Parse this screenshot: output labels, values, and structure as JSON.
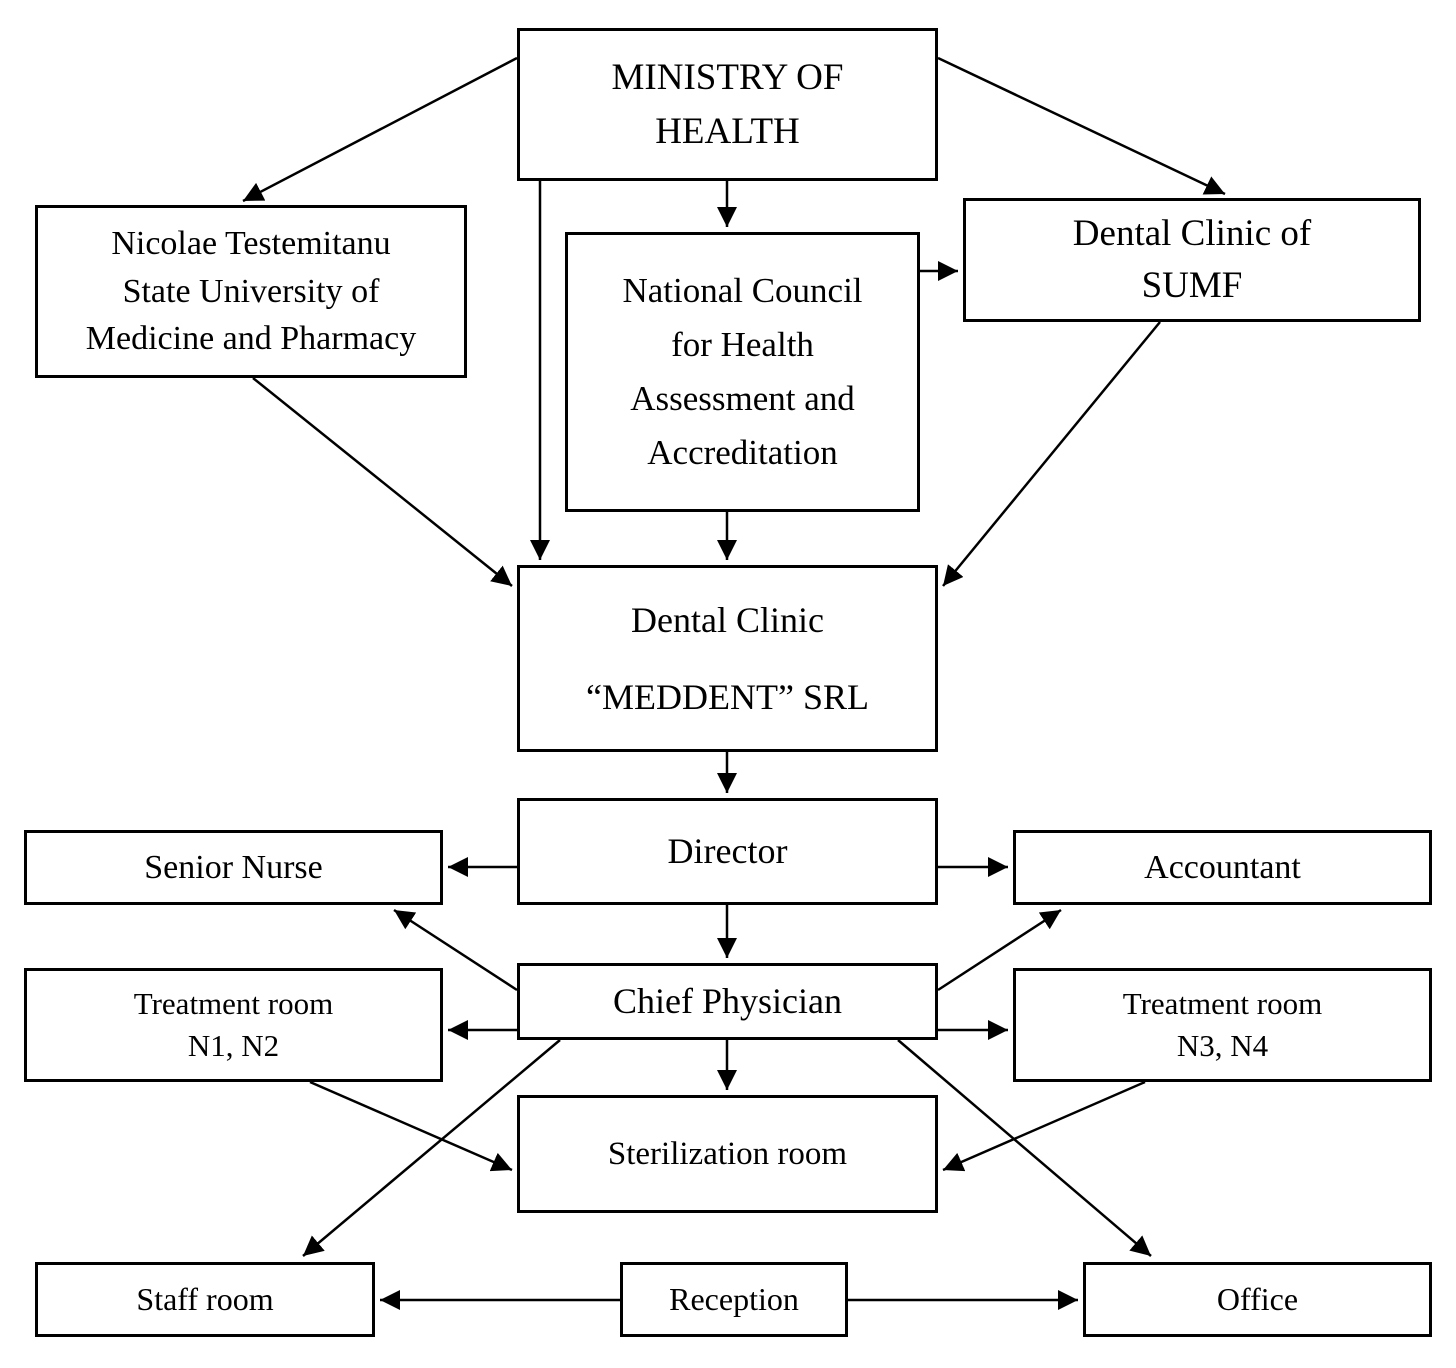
{
  "diagram": {
    "type": "org-chart",
    "colors": {
      "background": "#ffffff",
      "box_border": "#000000",
      "text": "#000000",
      "arrow": "#000000"
    },
    "nodes": {
      "ministry": {
        "l1": "MINISTRY OF",
        "l2": "HEALTH"
      },
      "university": {
        "l1": "Nicolae Testemitanu",
        "l2": "State University of",
        "l3": "Medicine and Pharmacy"
      },
      "council": {
        "l1": "National Council",
        "l2": "for Health",
        "l3": "Assessment and",
        "l4": "Accreditation"
      },
      "sumf": {
        "l1": "Dental Clinic of",
        "l2": "SUMF"
      },
      "meddent": {
        "l1": "Dental Clinic",
        "l2": "“MEDDENT” SRL"
      },
      "director": {
        "label": "Director"
      },
      "senior_nurse": {
        "label": "Senior Nurse"
      },
      "accountant": {
        "label": "Accountant"
      },
      "chief": {
        "label": "Chief Physician"
      },
      "treat12": {
        "l1": "Treatment room",
        "l2": "N1, N2"
      },
      "treat34": {
        "l1": "Treatment room",
        "l2": "N3, N4"
      },
      "steril": {
        "label": "Sterilization room"
      },
      "staff": {
        "label": "Staff room"
      },
      "reception": {
        "label": "Reception"
      },
      "office": {
        "label": "Office"
      }
    },
    "edges": [
      {
        "from": "ministry",
        "to": "university"
      },
      {
        "from": "ministry",
        "to": "council"
      },
      {
        "from": "ministry",
        "to": "sumf"
      },
      {
        "from": "ministry",
        "to": "meddent"
      },
      {
        "from": "council",
        "to": "sumf"
      },
      {
        "from": "council",
        "to": "meddent"
      },
      {
        "from": "university",
        "to": "meddent"
      },
      {
        "from": "sumf",
        "to": "meddent"
      },
      {
        "from": "meddent",
        "to": "director"
      },
      {
        "from": "director",
        "to": "senior_nurse"
      },
      {
        "from": "director",
        "to": "accountant"
      },
      {
        "from": "director",
        "to": "chief"
      },
      {
        "from": "chief",
        "to": "senior_nurse"
      },
      {
        "from": "chief",
        "to": "accountant"
      },
      {
        "from": "chief",
        "to": "treat12"
      },
      {
        "from": "chief",
        "to": "treat34"
      },
      {
        "from": "chief",
        "to": "steril"
      },
      {
        "from": "chief",
        "to": "staff"
      },
      {
        "from": "chief",
        "to": "office"
      },
      {
        "from": "treat12",
        "to": "steril"
      },
      {
        "from": "treat34",
        "to": "steril"
      },
      {
        "from": "reception",
        "to": "staff"
      },
      {
        "from": "reception",
        "to": "office"
      }
    ]
  }
}
